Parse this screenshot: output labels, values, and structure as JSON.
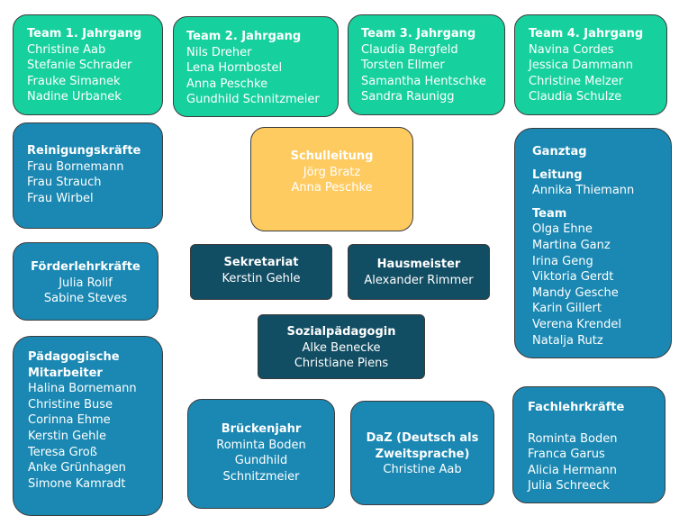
{
  "team1": {
    "title": "Team 1. Jahrgang",
    "members": [
      "Christine Aab",
      "Stefanie Schrader",
      "Frauke Simanek",
      "Nadine Urbanek"
    ]
  },
  "team2": {
    "title": "Team 2. Jahrgang",
    "members": [
      "Nils Dreher",
      "Lena Hornbostel",
      "Anna Peschke",
      "Gundhild Schnitzmeier"
    ]
  },
  "team3": {
    "title": "Team 3. Jahrgang",
    "members": [
      "Claudia Bergfeld",
      "Torsten Ellmer",
      "Samantha Hentschke",
      "Sandra Raunigg"
    ]
  },
  "team4": {
    "title": "Team 4. Jahrgang",
    "members": [
      "Navina Cordes",
      "Jessica Dammann",
      "Christine Melzer",
      "Claudia Schulze"
    ]
  },
  "reinigung": {
    "title": "Reinigungskräfte",
    "members": [
      "Frau Bornemann",
      "Frau Strauch",
      "Frau Wirbel"
    ]
  },
  "schulleitung": {
    "title": "Schulleitung",
    "members": [
      "Jörg Bratz",
      "Anna Peschke"
    ]
  },
  "ganztag": {
    "title": "Ganztag",
    "leitung_label": "Leitung",
    "leitung": [
      "Annika Thiemann"
    ],
    "team_label": "Team",
    "team": [
      "Olga Ehne",
      "Martina Ganz",
      "Irina Geng",
      "Viktoria Gerdt",
      "Mandy Gesche",
      "Karin Gillert",
      "Verena Krendel",
      "Natalja Rutz"
    ]
  },
  "foerder": {
    "title": "Förderlehrkräfte",
    "members": [
      "Julia Rolif",
      "Sabine Steves"
    ]
  },
  "sekretariat": {
    "title": "Sekretariat",
    "members": [
      "Kerstin Gehle"
    ]
  },
  "hausmeister": {
    "title": "Hausmeister",
    "members": [
      "Alexander Rimmer"
    ]
  },
  "sozial": {
    "title": "Sozialpädagogin",
    "members": [
      "Alke Benecke",
      "Christiane Piens"
    ]
  },
  "paed": {
    "title_lines": [
      "Pädagogische",
      "Mitarbeiter"
    ],
    "members": [
      "Halina Bornemann",
      "Christine Buse",
      "Corinna Ehme",
      "Kerstin Gehle",
      "Teresa Groß",
      "Anke Grünhagen",
      "Simone Kamradt"
    ]
  },
  "bruecken": {
    "title": "Brückenjahr",
    "members": [
      "Rominta Boden",
      "Gundhild",
      "Schnitzmeier"
    ]
  },
  "daz": {
    "title_lines": [
      "DaZ (Deutsch als",
      "Zweitsprache)"
    ],
    "members": [
      "Christine Aab"
    ]
  },
  "fach": {
    "title": "Fachlehrkräfte",
    "members": [
      "Rominta Boden",
      "Franca Garus",
      "Alicia Hermann",
      "Julia Schreeck"
    ]
  }
}
